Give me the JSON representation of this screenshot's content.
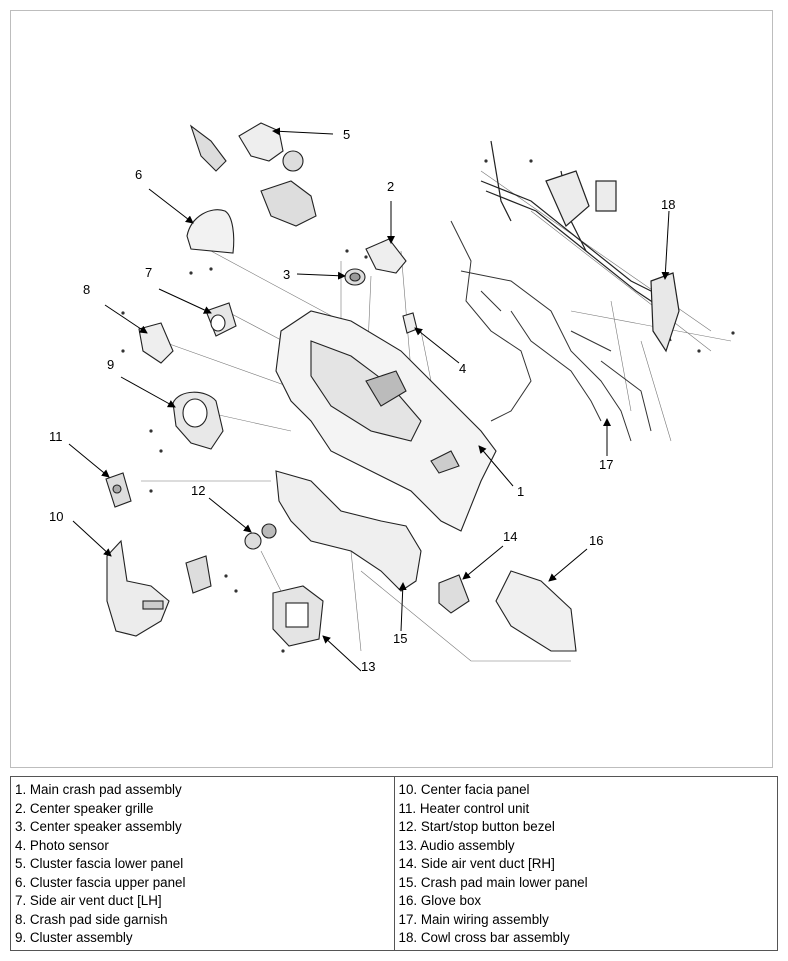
{
  "callouts": [
    "1",
    "2",
    "3",
    "4",
    "5",
    "6",
    "7",
    "8",
    "9",
    "10",
    "11",
    "12",
    "13",
    "14",
    "15",
    "16",
    "17",
    "18"
  ],
  "legend": {
    "left": [
      "1. Main crash pad assembly",
      "2. Center speaker grille",
      "3. Center speaker assembly",
      "4. Photo sensor",
      "5. Cluster fascia lower panel",
      "6. Cluster fascia upper panel",
      "7. Side air vent duct [LH]",
      "8. Crash pad side garnish",
      "9. Cluster assembly"
    ],
    "right": [
      "10. Center facia panel",
      "11. Heater control unit",
      "12. Start/stop button bezel",
      "13. Audio assembly",
      "14. Side air vent duct [RH]",
      "15. Crash pad main lower panel",
      "16. Glove box",
      "17. Main wiring assembly",
      "18. Cowl cross bar assembly"
    ]
  }
}
